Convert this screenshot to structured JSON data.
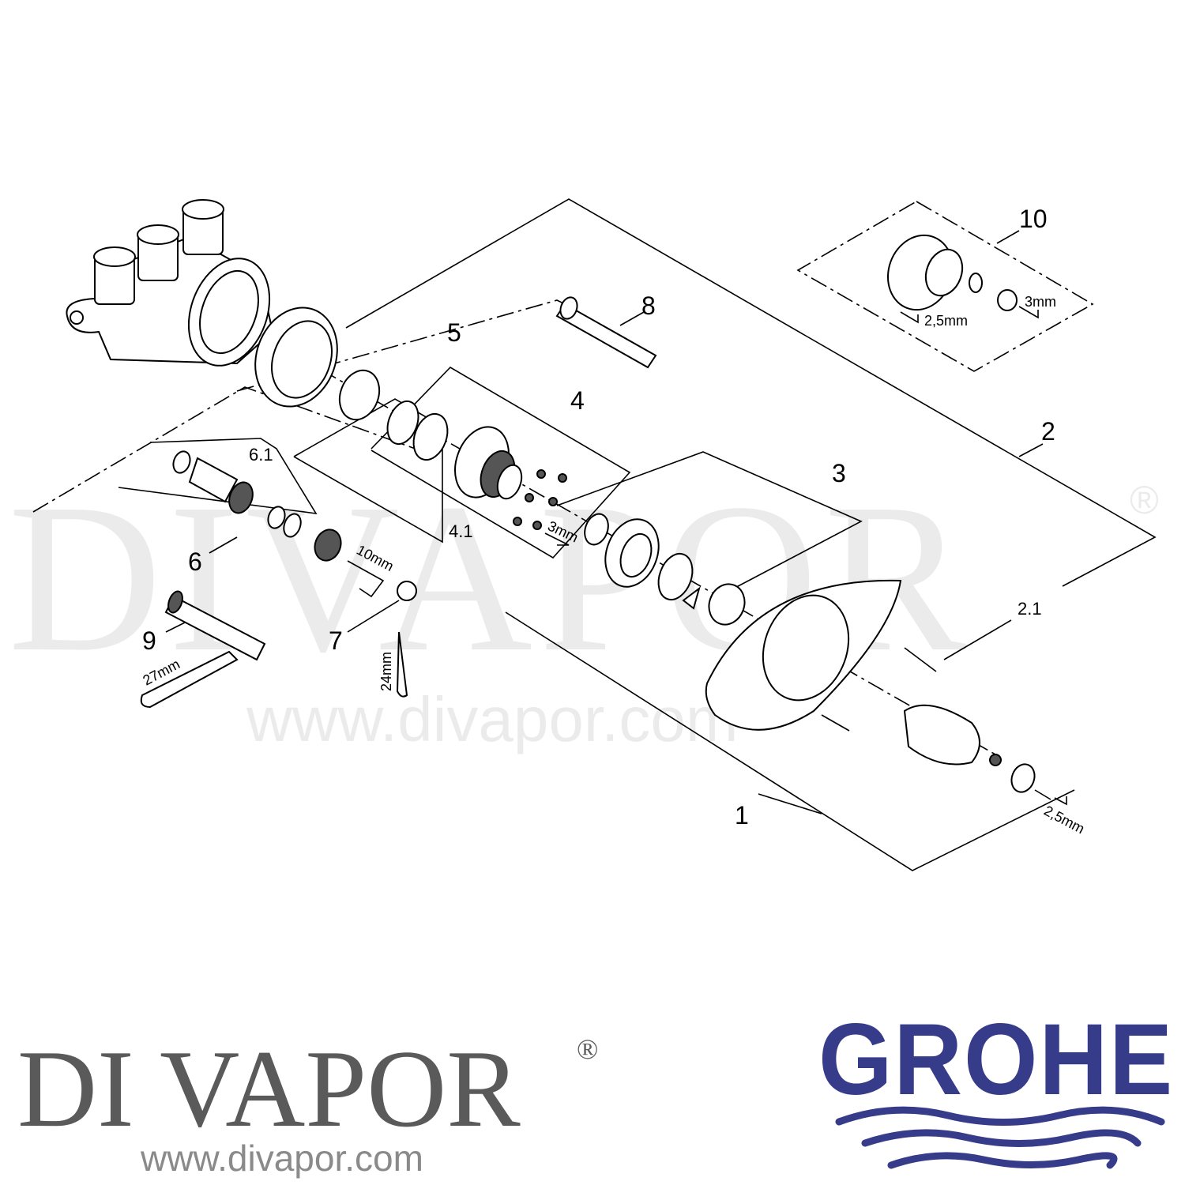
{
  "diagram": {
    "part_labels": {
      "p1": "1",
      "p2": "2",
      "p2_1": "2.1",
      "p3": "3",
      "p4": "4",
      "p4_1": "4.1",
      "p5": "5",
      "p6": "6",
      "p6_1": "6.1",
      "p7": "7",
      "p8": "8",
      "p9": "9",
      "p10": "10"
    },
    "tool_labels": {
      "hex_3mm_top": "3mm",
      "hex_2_5mm_top": "2,5mm",
      "hex_3mm_mid": "3mm",
      "hex_10mm": "10mm",
      "wrench_24mm": "24mm",
      "wrench_27mm": "27mm",
      "hex_2_5mm_bottom": "2,5mm"
    }
  },
  "watermark": {
    "text": "DIVAPOR",
    "registered": "®",
    "url": "www.divapor.com"
  },
  "footer": {
    "brand": "DI VAPOR",
    "registered": "®",
    "url": "www.divapor.com",
    "logo_text": "GROHE",
    "logo_color": "#363b8a",
    "brand_color": "#5a5a5a"
  }
}
